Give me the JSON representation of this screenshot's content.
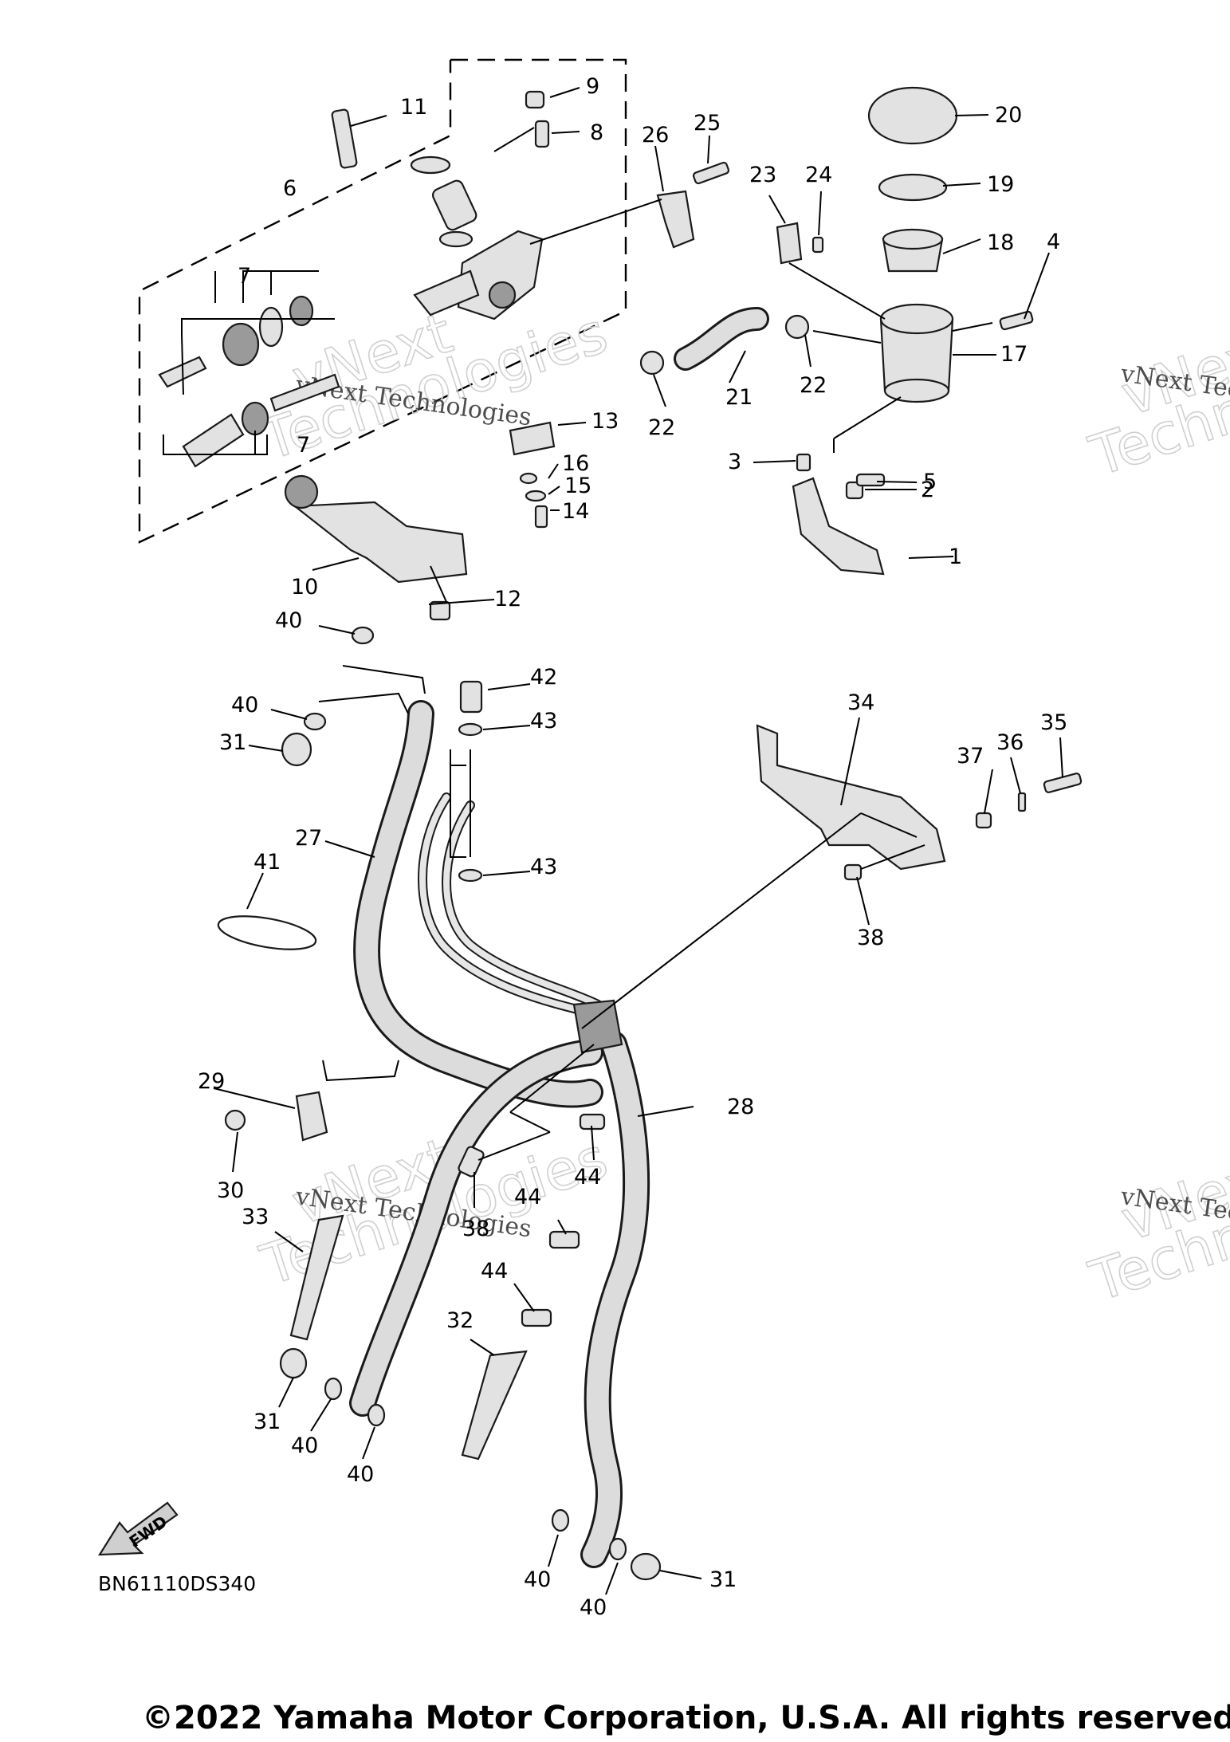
{
  "diagram": {
    "callouts": [
      {
        "id": "1",
        "label": "1"
      },
      {
        "id": "2",
        "label": "2"
      },
      {
        "id": "3",
        "label": "3"
      },
      {
        "id": "4",
        "label": "4"
      },
      {
        "id": "5",
        "label": "5"
      },
      {
        "id": "6",
        "label": "6"
      },
      {
        "id": "7a",
        "label": "7"
      },
      {
        "id": "7b",
        "label": "7"
      },
      {
        "id": "8",
        "label": "8"
      },
      {
        "id": "9",
        "label": "9"
      },
      {
        "id": "10",
        "label": "10"
      },
      {
        "id": "11",
        "label": "11"
      },
      {
        "id": "12",
        "label": "12"
      },
      {
        "id": "13",
        "label": "13"
      },
      {
        "id": "14",
        "label": "14"
      },
      {
        "id": "15",
        "label": "15"
      },
      {
        "id": "16",
        "label": "16"
      },
      {
        "id": "17",
        "label": "17"
      },
      {
        "id": "18",
        "label": "18"
      },
      {
        "id": "19",
        "label": "19"
      },
      {
        "id": "20",
        "label": "20"
      },
      {
        "id": "21",
        "label": "21"
      },
      {
        "id": "22a",
        "label": "22"
      },
      {
        "id": "22b",
        "label": "22"
      },
      {
        "id": "23",
        "label": "23"
      },
      {
        "id": "24",
        "label": "24"
      },
      {
        "id": "25",
        "label": "25"
      },
      {
        "id": "26",
        "label": "26"
      },
      {
        "id": "27",
        "label": "27"
      },
      {
        "id": "28",
        "label": "28"
      },
      {
        "id": "29",
        "label": "29"
      },
      {
        "id": "30",
        "label": "30"
      },
      {
        "id": "31a",
        "label": "31"
      },
      {
        "id": "31b",
        "label": "31"
      },
      {
        "id": "31c",
        "label": "31"
      },
      {
        "id": "32",
        "label": "32"
      },
      {
        "id": "33",
        "label": "33"
      },
      {
        "id": "34",
        "label": "34"
      },
      {
        "id": "35",
        "label": "35"
      },
      {
        "id": "36",
        "label": "36"
      },
      {
        "id": "37",
        "label": "37"
      },
      {
        "id": "38a",
        "label": "38"
      },
      {
        "id": "38b",
        "label": "38"
      },
      {
        "id": "40a",
        "label": "40"
      },
      {
        "id": "40b",
        "label": "40"
      },
      {
        "id": "40c",
        "label": "40"
      },
      {
        "id": "40d",
        "label": "40"
      },
      {
        "id": "40e",
        "label": "40"
      },
      {
        "id": "40f",
        "label": "40"
      },
      {
        "id": "41",
        "label": "41"
      },
      {
        "id": "42",
        "label": "42"
      },
      {
        "id": "43a",
        "label": "43"
      },
      {
        "id": "43b",
        "label": "43"
      },
      {
        "id": "44a",
        "label": "44"
      },
      {
        "id": "44b",
        "label": "44"
      },
      {
        "id": "44c",
        "label": "44"
      }
    ],
    "fwd_label": "FWD",
    "diagram_code": "BN61110DS340",
    "watermark_text": "vNext Technologies",
    "watermark_big": "vNext",
    "watermark_big2": "Technologies",
    "copyright": "©2022 Yamaha Motor Corporation, U.S.A. All rights reserved."
  }
}
